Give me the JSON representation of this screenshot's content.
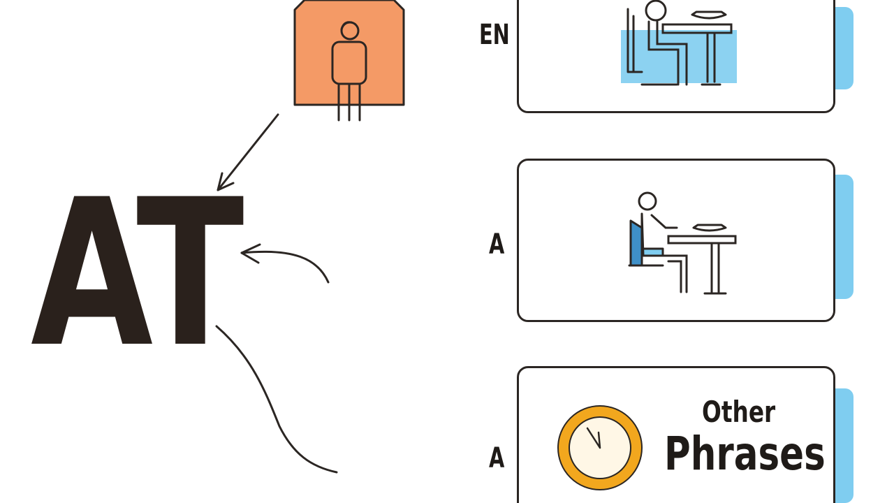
{
  "central_word": "AT",
  "cards": [
    {
      "label": "EN",
      "icon": "person-at-dining-table-icon"
    },
    {
      "label": "A",
      "icon": "person-seated-at-table-icon"
    },
    {
      "label": "A",
      "icon": "clock-icon",
      "title_line1": "Other",
      "title_line2": "Phrases"
    }
  ],
  "colors": {
    "house_fill": "#f49a66",
    "house_stroke": "#2b2623",
    "accent_blue": "#7fcdf0",
    "clock_ring": "#f2a71e",
    "text_dark": "#211b17"
  }
}
